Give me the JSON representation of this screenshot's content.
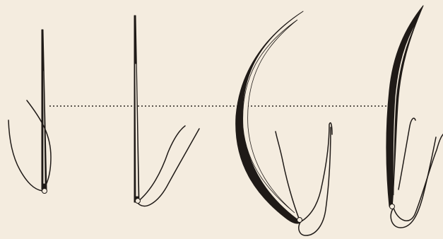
{
  "figure": {
    "background": "#f4ecdf",
    "ink": "#1f1a17",
    "panels": [
      {
        "needle_type": "straight-thin"
      },
      {
        "needle_type": "straight-long"
      },
      {
        "needle_type": "curved-wide"
      },
      {
        "needle_type": "curved-narrow"
      }
    ],
    "guide_line": "dotted-horizontal"
  }
}
